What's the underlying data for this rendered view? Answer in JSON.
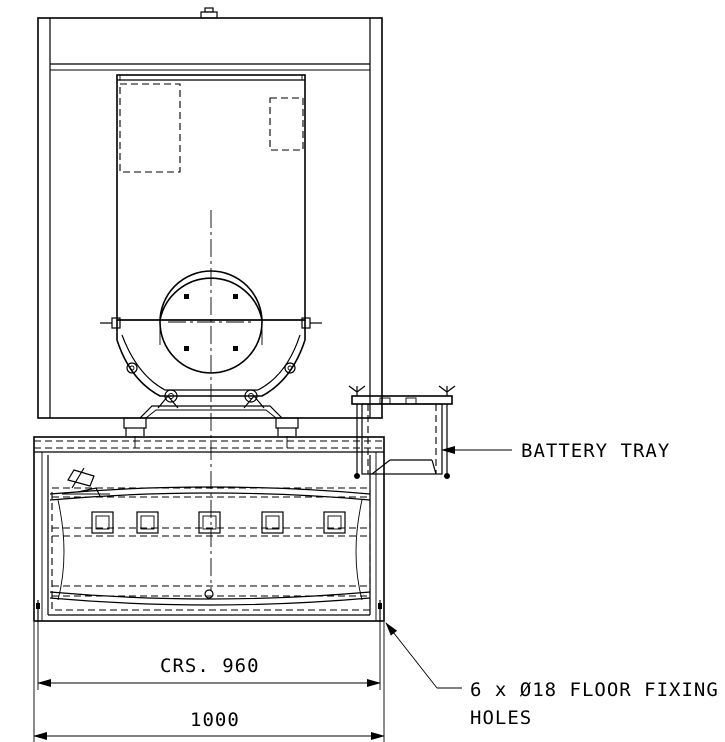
{
  "labels": {
    "battery_tray": "BATTERY TRAY",
    "crs_dimension": "CRS. 960",
    "overall_dimension": "1000",
    "floor_fixing_line1": "6 x Ø18 FLOOR FIXING",
    "floor_fixing_line2": "HOLES"
  }
}
